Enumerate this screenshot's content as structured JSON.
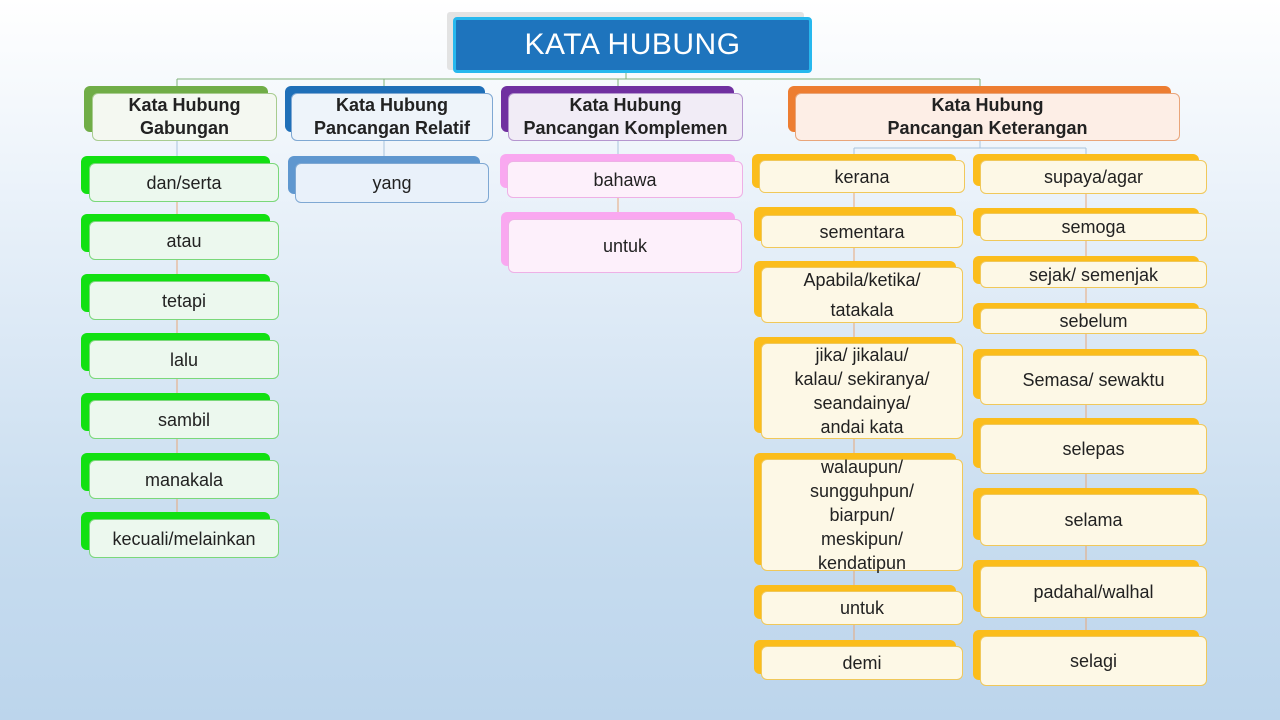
{
  "title": "KATA HUBUNG",
  "categories": {
    "gabungan": {
      "header": "Kata Hubung\nGabungan",
      "items": [
        "dan/serta",
        "atau",
        "tetapi",
        "lalu",
        "sambil",
        "manakala",
        "kecuali/melainkan"
      ]
    },
    "relatif": {
      "header": "Kata Hubung\nPancangan Relatif",
      "items": [
        "yang"
      ]
    },
    "komplemen": {
      "header": "Kata Hubung\nPancangan Komplemen",
      "items": [
        "bahawa",
        "untuk"
      ]
    },
    "keterangan": {
      "header": "Kata Hubung\nPancangan Keterangan",
      "left_items": [
        "kerana",
        "sementara",
        "Apabila/ketika/\ntatakala",
        "jika/ jikalau/\nkalau/ sekiranya/\nseandainya/\nandai kata",
        "walaupun/\nsungguhpun/\nbiarpun/\nmeskipun/\nkendatipun",
        "untuk",
        "demi"
      ],
      "right_items": [
        "supaya/agar",
        "semoga",
        "sejak/ semenjak",
        "sebelum",
        "Semasa/ sewaktu",
        "selepas",
        "selama",
        "padahal/walhal",
        "selagi"
      ]
    }
  },
  "colors": {
    "title_bg": "#1e74bd",
    "gabungan": "#12e012",
    "relatif": "#5f97cf",
    "komplemen": "#f9a8f0",
    "keterangan": "#fbbd1c"
  }
}
